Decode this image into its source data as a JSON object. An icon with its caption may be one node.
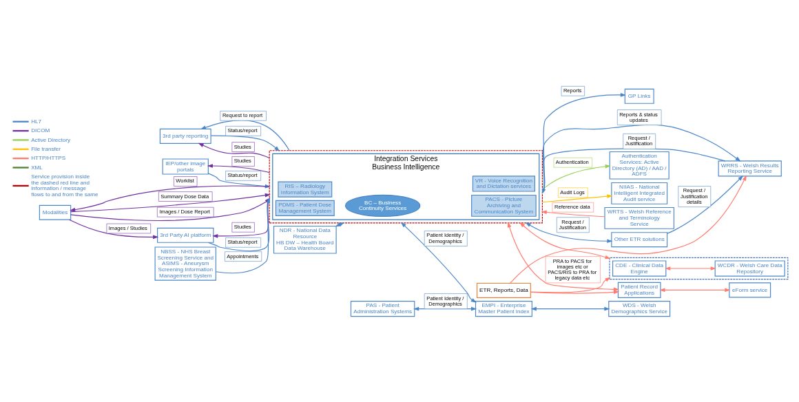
{
  "diagram": {
    "nodes": [
      {
        "text": [
          "PAS - Patient Administration Systems"
        ]
      },
      {
        "text": [
          "EMPI - Enterprise Master Patient Index"
        ]
      },
      {
        "text": [
          "WDS - Welsh Demographics Service"
        ]
      },
      {
        "text": [
          "Authentication Services: Active Directory (AD) / AAD / ADFS"
        ]
      },
      {
        "text": [
          "NIIAS - National Intelligent Integrated Audit service"
        ]
      },
      {
        "text": [
          "WRTS - Welsh Reference and Terminology Service"
        ]
      },
      {
        "text": [
          "NDR - National Data Resource",
          "HB DW – Health Board Data Warehouse"
        ]
      },
      {
        "text": [],
        "shape": "box"
      },
      {
        "text": [
          "Integration Services",
          "Business Intelligence"
        ],
        "in": 7
      },
      {
        "text": [
          "RIS – Radiology Information System"
        ],
        "in": 8
      },
      {
        "text": [
          "PACS - Picture Archiving and Communication System"
        ],
        "in": 8
      },
      {
        "text": [
          "BC – Business Continuity Services"
        ],
        "in": 8
      },
      {
        "text": [
          "PDMS - Patient Dose Management System"
        ],
        "in": 8
      },
      {
        "text": [
          "VR - Voice Recognition and Dictation services"
        ],
        "in": 8
      },
      {
        "text": [
          "3rd party reporting"
        ]
      },
      {
        "text": [
          "IEP/other image portals"
        ]
      },
      {
        "text": [
          "3rd Party AI platform"
        ]
      },
      {
        "text": [
          "Modalities"
        ]
      },
      {
        "text": [
          "NBSS - NHS Breast Screening Service and ASIMS - Aneurysm Screening Information Management System"
        ]
      },
      {
        "text": [
          "Patient Record Applications"
        ]
      },
      {
        "text": [
          "eForm service"
        ]
      },
      {
        "text": [
          "WRRS - Welsh Results Reporting Service"
        ]
      },
      {
        "text": [],
        "shape": "box"
      },
      {
        "text": [
          "CDE - Clinical Data Engine"
        ],
        "in": 22
      },
      {
        "text": [
          "WCDR - Welsh Care Data Repository"
        ],
        "in": 22
      },
      {
        "text": [
          "GP Links"
        ]
      },
      {
        "text": [
          "Other ETR solutions"
        ]
      },
      {
        "text": [
          "ETR, Reports, Data"
        ]
      }
    ],
    "edges": [
      {
        "from": 0,
        "to": 1,
        "arrow": "both",
        "label": "Patient Identity / Demographics"
      },
      {
        "from": 1,
        "to": 2,
        "arrow": "both"
      },
      {
        "from": 1,
        "to": 7,
        "arrow": "both",
        "label": "Patient Identity / Demographics"
      },
      {
        "from": 6,
        "to": 7,
        "arrow": "both"
      },
      {
        "from": 7,
        "to": 3,
        "arrow": "to",
        "label": "Authentication",
        "color": "#92d050"
      },
      {
        "from": 7,
        "to": 4,
        "arrow": "to",
        "label": "Audit Logs",
        "color": "#ffc000"
      },
      {
        "from": 5,
        "to": 7,
        "arrow": "to",
        "label": "Reference data",
        "color": "#ff7c70"
      },
      {
        "from": 14,
        "to": 7,
        "arrow": "to",
        "label": "Status/report"
      },
      {
        "from": 7,
        "to": 14,
        "arrow": "to",
        "label": "Studies",
        "color": "#7030a0"
      },
      {
        "from": 7,
        "to": 14,
        "arrow": "to",
        "label": "Request to report"
      },
      {
        "from": 15,
        "to": 7,
        "arrow": "to",
        "label": "Status/report"
      },
      {
        "from": 7,
        "to": 15,
        "arrow": "to",
        "label": "Studies",
        "color": "#7030a0"
      },
      {
        "from": 16,
        "to": 7,
        "arrow": "to",
        "label": "Status/report"
      },
      {
        "from": 7,
        "to": 16,
        "arrow": "to",
        "label": "Studies",
        "color": "#7030a0"
      },
      {
        "from": 17,
        "to": 16,
        "arrow": "to",
        "label": "Images / Studies",
        "color": "#7030a0"
      },
      {
        "from": 7,
        "to": 17,
        "arrow": "to",
        "label": "Worklist",
        "color": "#7030a0"
      },
      {
        "from": 17,
        "to": 7,
        "arrow": "to",
        "label": "Summary Dose Data",
        "color": "#7030a0"
      },
      {
        "from": 17,
        "to": 7,
        "arrow": "to",
        "label": "Images / Dose Report",
        "color": "#7030a0"
      },
      {
        "from": 18,
        "to": 7,
        "arrow": "to",
        "label": "Appointments"
      },
      {
        "from": 7,
        "to": 19,
        "arrow": "both",
        "label": "PRA to PACS for images etc or PACS/RIS to PRA for legacy data etc",
        "color": "#ff7c70"
      },
      {
        "from": 19,
        "to": 20,
        "arrow": "both",
        "color": "#ff7c70"
      },
      {
        "from": 27,
        "to": 19,
        "arrow": "to",
        "color": "#ff7c70"
      },
      {
        "from": 27,
        "to": 21,
        "arrow": "to",
        "color": "#ff7c70"
      },
      {
        "from": 27,
        "to": 22,
        "arrow": "to",
        "color": "#ff7c70"
      },
      {
        "from": 7,
        "to": 21,
        "arrow": "to",
        "label": "Reports & status updates"
      },
      {
        "from": 21,
        "to": 7,
        "arrow": "to",
        "label": "Request / Justification"
      },
      {
        "from": 7,
        "to": 22,
        "arrow": "both",
        "color": "#ff7c70"
      },
      {
        "from": 23,
        "to": 24,
        "arrow": "both",
        "color": "#ff7c70"
      },
      {
        "from": 7,
        "to": 25,
        "arrow": "to",
        "label": "Reports"
      },
      {
        "from": 7,
        "to": 26,
        "arrow": "both",
        "label": "Request / Justification"
      },
      {
        "from": 26,
        "to": 21,
        "arrow": "to",
        "label": "Request / Justification details"
      }
    ],
    "legend": [
      {
        "text": "HL7",
        "color": "#4a86c8"
      },
      {
        "text": "DICOM",
        "color": "#7030a0"
      },
      {
        "text": "Active Directory",
        "color": "#92d050"
      },
      {
        "text": "File transfer",
        "color": "#ffc000"
      },
      {
        "text": "HTTP/HTTPS",
        "color": "#ff7c70"
      },
      {
        "text": "XML",
        "color": "#548235"
      },
      {
        "text": "Service provision inside the dashed red line and information / message flows to and from the same"
      }
    ]
  }
}
